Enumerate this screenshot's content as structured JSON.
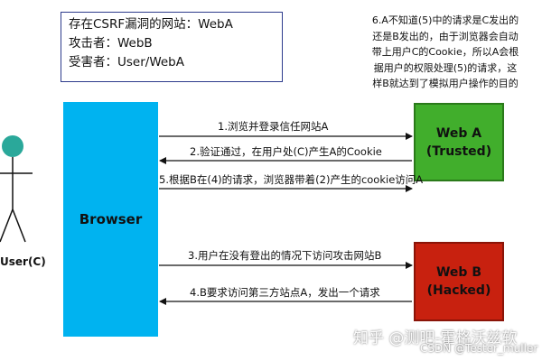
{
  "info": {
    "line1": "存在CSRF漏洞的网站：WebA",
    "line2": "攻击者：WebB",
    "line3": "受害者：User/WebA"
  },
  "note": {
    "lines": [
      "6.A不知道(5)中的请求是C发出的",
      "还是B发出的，由于浏览器会自动",
      "带上用户C的Cookie，所以A会根",
      "据用户的权限处理(5)的请求，这",
      "样B就达到了模拟用户操作的目的"
    ]
  },
  "actors": {
    "browser": "Browser",
    "weba_line1": "Web A",
    "weba_line2": "(Trusted)",
    "webb_line1": "Web B",
    "webb_line2": "(Hacked)",
    "user": "User(C)"
  },
  "messages": {
    "m1": "1.浏览并登录信任网站A",
    "m2": "2.验证通过，在用户处(C)产生A的Cookie",
    "m5": "5.根据B在(4)的请求，浏览器带着(2)产生的cookie访问A",
    "m3": "3.用户在没有登出的情况下访问攻击网站B",
    "m4": "4.B要求访问第三方站点A，发出一个请求"
  },
  "watermark": {
    "line1": "知乎 @测吧-霍格沃兹软",
    "line2": "CSDN @Tester_muller"
  },
  "colors": {
    "browser": "#00b3f0",
    "weba": "#41ae2c",
    "webb": "#c8210f",
    "user_head": "#2aa89a",
    "info_border": "#2d3b8c"
  }
}
